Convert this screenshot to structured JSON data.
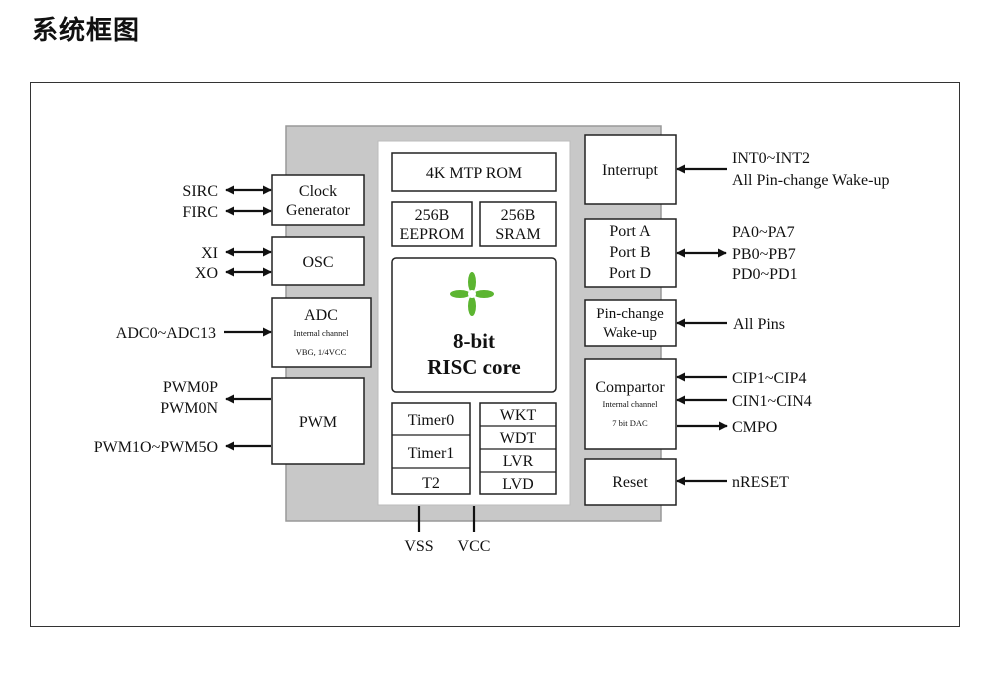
{
  "page": {
    "title": "系统框图"
  },
  "center": {
    "rom": "4K MTP ROM",
    "eeprom": [
      "256B",
      "EEPROM"
    ],
    "sram": [
      "256B",
      "SRAM"
    ],
    "core": [
      "8-bit",
      "RISC core"
    ],
    "timers": [
      "Timer0",
      "Timer1",
      "T2"
    ],
    "sys": [
      "WKT",
      "WDT",
      "LVR",
      "LVD"
    ]
  },
  "left_blocks": {
    "clock": [
      "Clock",
      "Generator"
    ],
    "osc": "OSC",
    "adc": {
      "title": "ADC",
      "sub1": "Internal channel",
      "sub2": "VBG, 1/4VCC"
    },
    "pwm": "PWM"
  },
  "right_blocks": {
    "interrupt": "Interrupt",
    "ports": [
      "Port A",
      "Port B",
      "Port D"
    ],
    "pinchange": [
      "Pin-change",
      "Wake-up"
    ],
    "comparator": {
      "title": "Compartor",
      "sub1": "Internal channel",
      "sub2": "7 bit DAC"
    },
    "reset": "Reset"
  },
  "signals_left": {
    "sirc": "SIRC",
    "firc": "FIRC",
    "xi": "XI",
    "xo": "XO",
    "adc": "ADC0~ADC13",
    "pwm0p": "PWM0P",
    "pwm0n": "PWM0N",
    "pwm1": "PWM1O~PWM5O"
  },
  "signals_right": {
    "int1": "INT0~INT2",
    "int2": "All Pin-change Wake-up",
    "pa": "PA0~PA7",
    "pb": "PB0~PB7",
    "pd": "PD0~PD1",
    "allpins": "All Pins",
    "cip": "CIP1~CIP4",
    "cin": "CIN1~CIN4",
    "cmpo": "CMPO",
    "nreset": "nRESET"
  },
  "power": {
    "vss": "VSS",
    "vcc": "VCC"
  },
  "colors": {
    "chip": "#c8c8c8",
    "chip_border": "#999999",
    "logo": "#5cb531"
  }
}
